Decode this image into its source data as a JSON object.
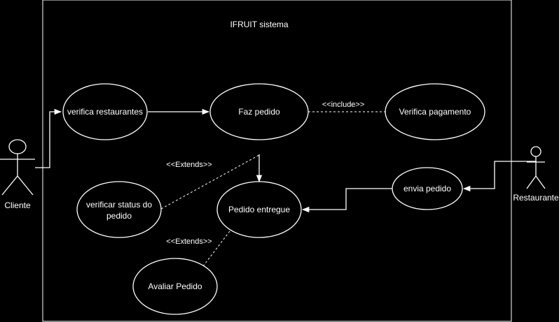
{
  "system": {
    "title": "IFRUIT sistema"
  },
  "actors": {
    "cliente": "Cliente",
    "restaurante": "Restaurante"
  },
  "use_cases": {
    "verifica_restaurantes": "verifica restaurantes",
    "faz_pedido": "Faz pedido",
    "verifica_pagamento": "Verifica pagamento",
    "verificar_status_line1": "verificar status do",
    "verificar_status_line2": "pedido",
    "pedido_entregue": "Pedido entregue",
    "envia_pedido": "envia pedido",
    "avaliar_pedido": "Avaliar Pedido"
  },
  "relations": {
    "include": "<<include>>",
    "extends_status": "<<Extends>>",
    "extends_avaliar": "<<Extends>>"
  },
  "colors": {
    "background": "#000000",
    "stroke": "#ffffff",
    "ellipse_fill": "#000000"
  }
}
